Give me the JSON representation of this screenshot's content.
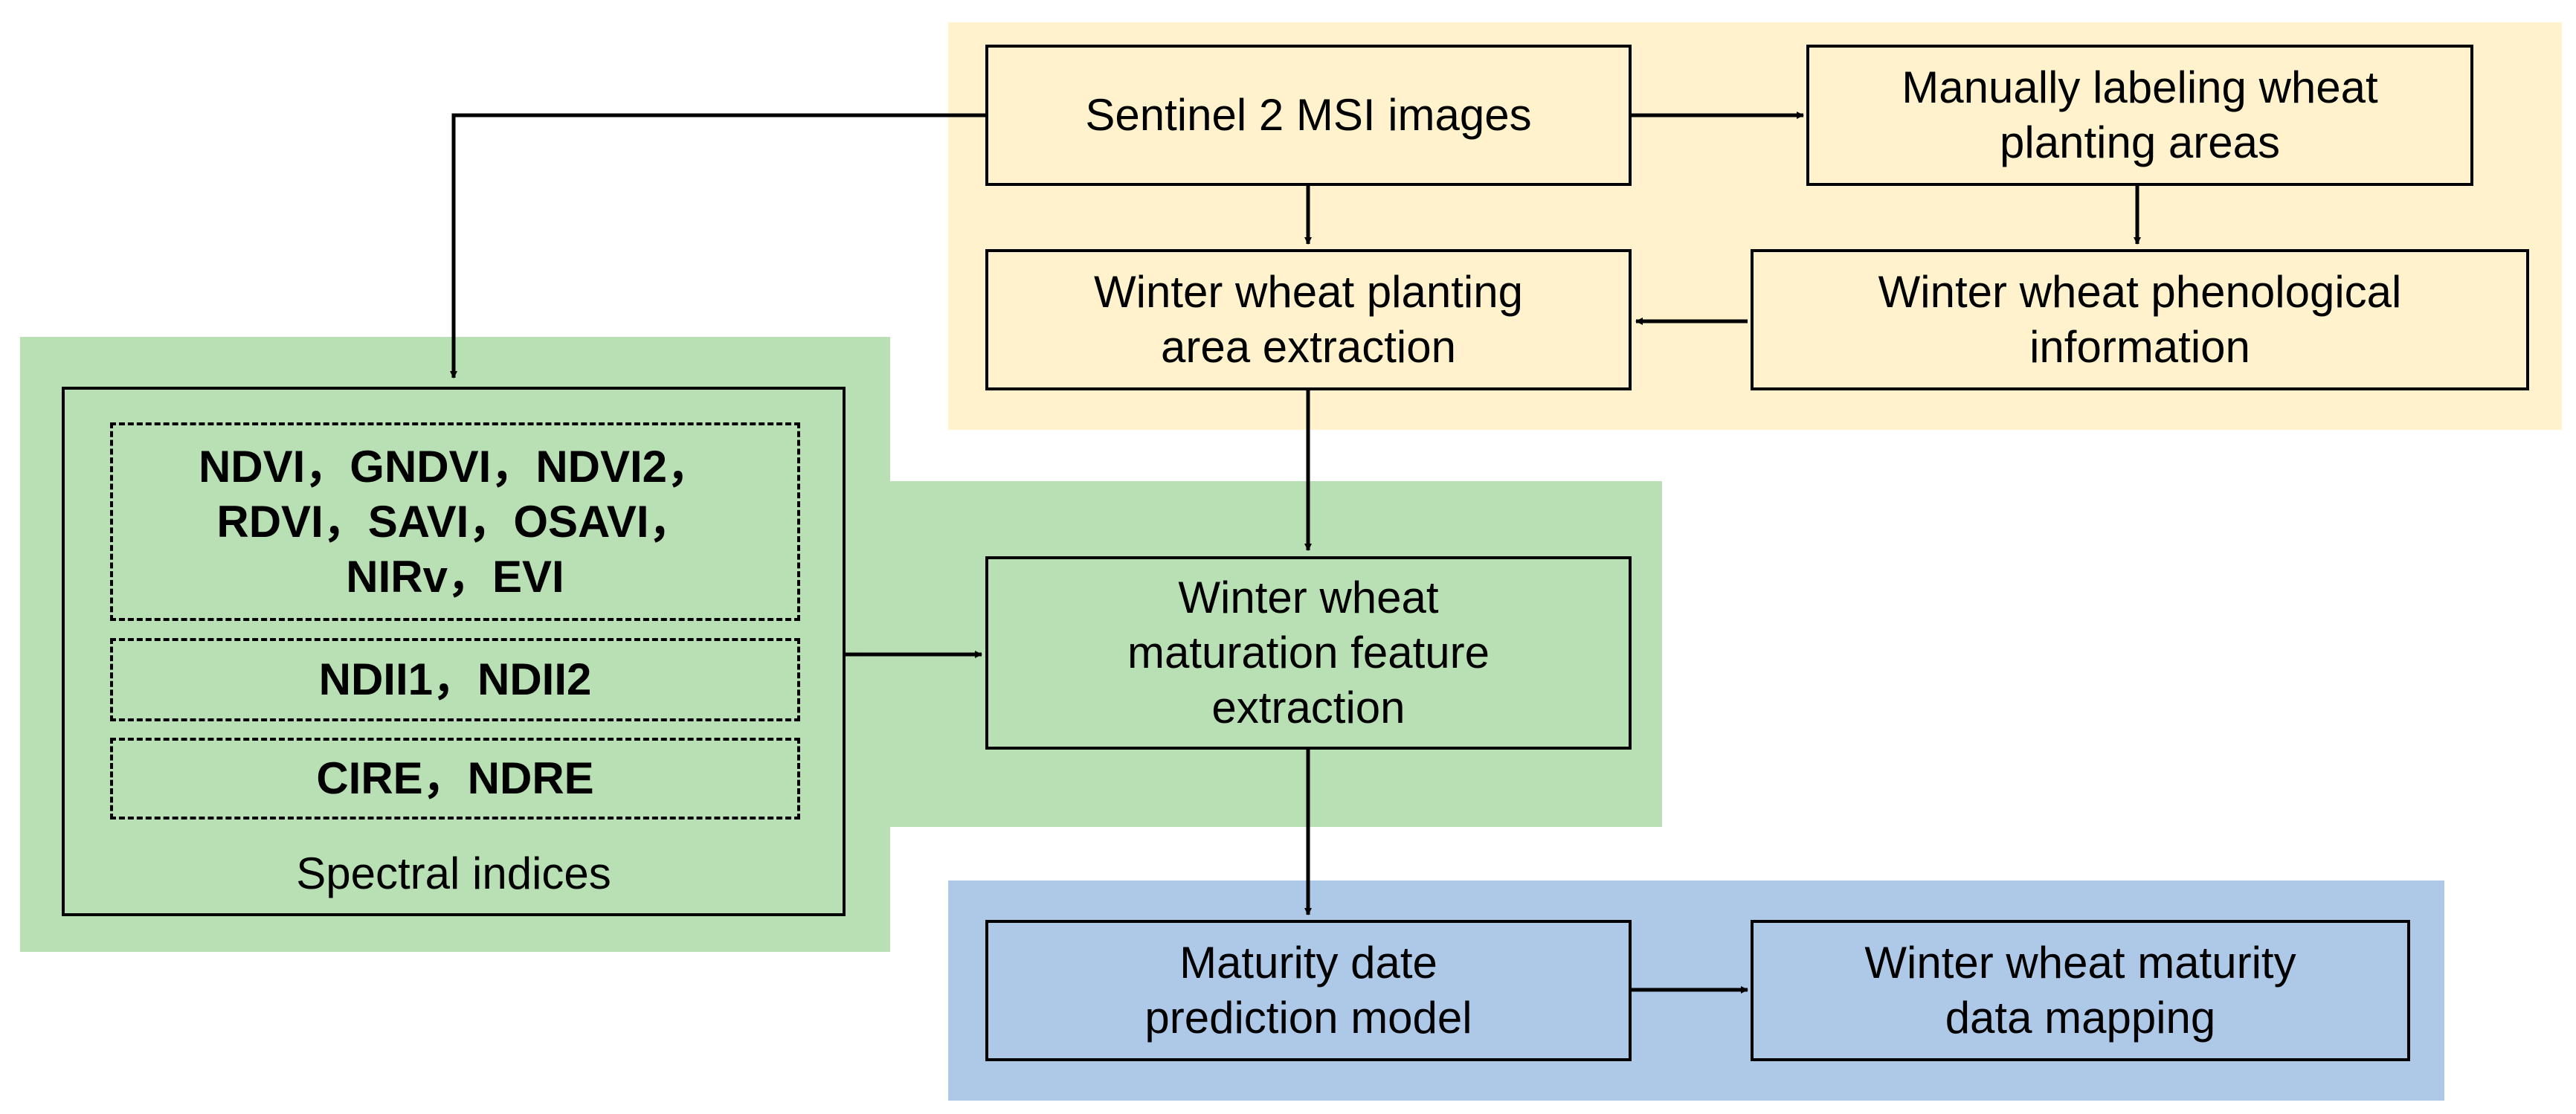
{
  "colors": {
    "yellow": "#FFF2CC",
    "green": "#B9DFB4",
    "blue": "#AEC8E8",
    "line": "#000000"
  },
  "nodes": {
    "sentinel": "Sentinel 2 MSI images",
    "manual": "Manually labeling wheat\nplanting areas",
    "extraction": "Winter wheat planting\narea extraction",
    "phenology": "Winter wheat phenological\ninformation",
    "maturation": "Winter wheat\nmaturation feature\nextraction",
    "prediction": "Maturity date\nprediction model",
    "mapping": "Winter wheat maturity\ndata mapping"
  },
  "indices": {
    "group1": "NDVI，GNDVI，NDVI2，\nRDVI，SAVI，OSAVI，\nNIRv，EVI",
    "group2": "NDII1，NDII2",
    "group3": "CIRE，NDRE",
    "caption": "Spectral indices"
  }
}
